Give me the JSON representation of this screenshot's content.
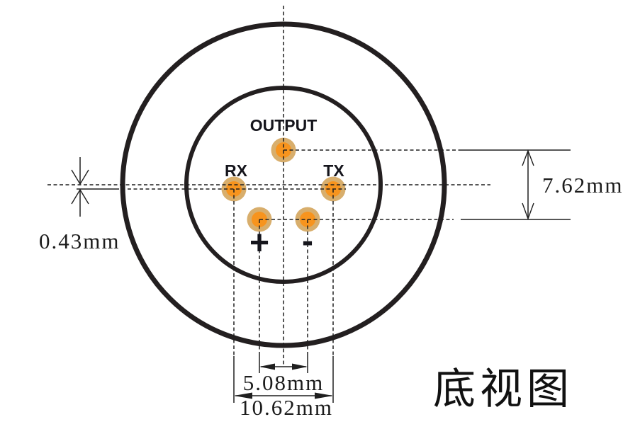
{
  "figure": {
    "view_title": "底视图",
    "pins": {
      "output_label": "OUTPUT",
      "rx_label": "RX",
      "tx_label": "TX",
      "plus_label": "+",
      "minus_label": "-"
    },
    "dimensions": {
      "row_span_vertical": "7.62mm",
      "rxtx_row_offset": "0.43mm",
      "plus_minus_pitch": "5.08mm",
      "rx_tx_pitch": "10.62mm"
    },
    "colors": {
      "outline": "#231F20",
      "construction_line": "#1F1F1F",
      "pin_core": "#F7941E",
      "pin_halo": "#D8AE6C"
    }
  }
}
